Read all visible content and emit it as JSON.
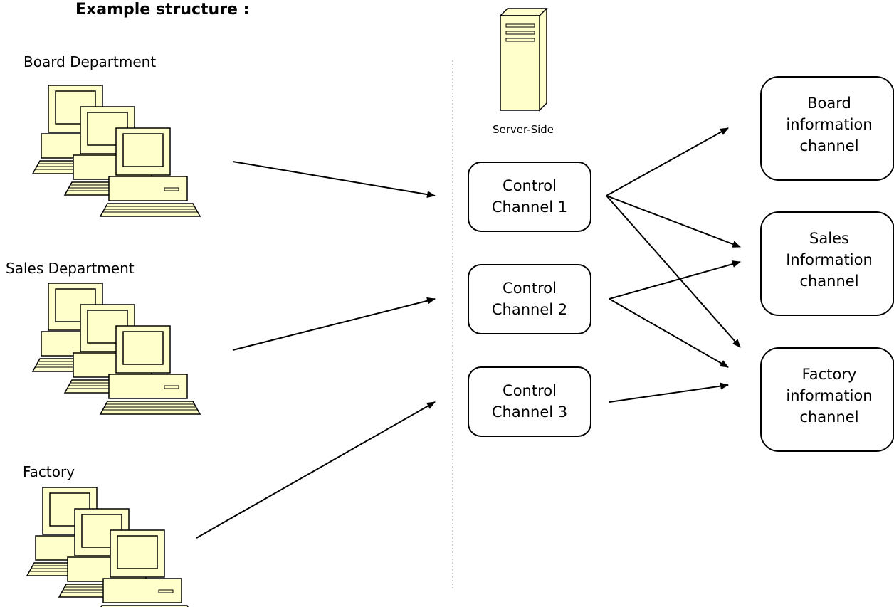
{
  "title": "Example structure :",
  "clients": [
    {
      "label": "Board Department"
    },
    {
      "label": "Sales Department"
    },
    {
      "label": "Factory"
    }
  ],
  "server": {
    "label": "Server-Side"
  },
  "control_channels": [
    {
      "line1": "Control",
      "line2": "Channel 1"
    },
    {
      "line1": "Control",
      "line2": "Channel 2"
    },
    {
      "line1": "Control",
      "line2": "Channel 3"
    }
  ],
  "info_channels": [
    {
      "line1": "Board",
      "line2": "information",
      "line3": "channel"
    },
    {
      "line1": "Sales",
      "line2": "Information",
      "line3": "channel"
    },
    {
      "line1": "Factory",
      "line2": "information",
      "line3": "channel"
    }
  ],
  "colors": {
    "computer_fill": "#ffffcc",
    "stroke": "#000000",
    "divider": "#999999"
  }
}
